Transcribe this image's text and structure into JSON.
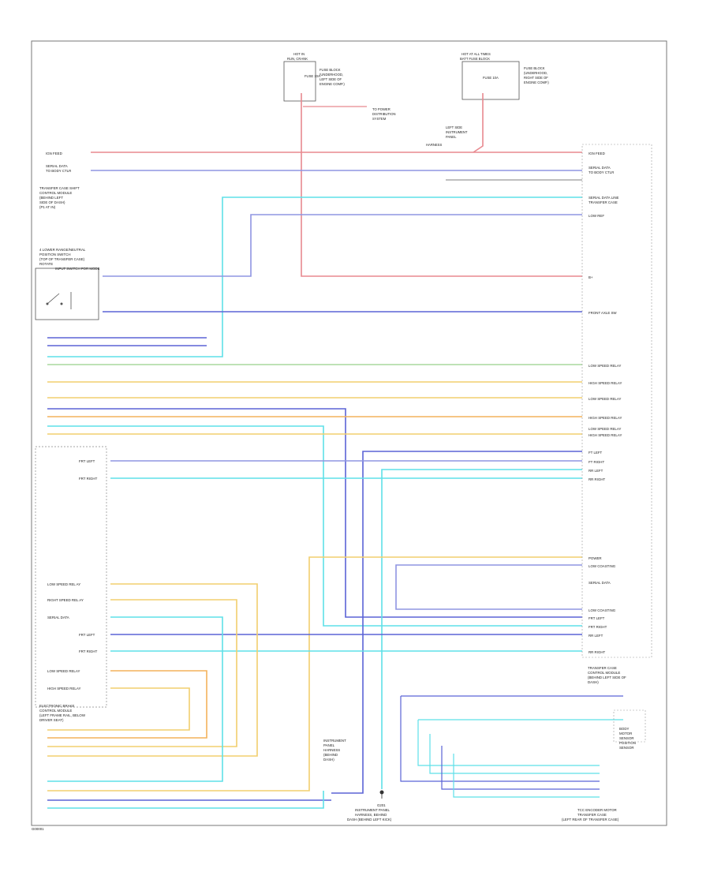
{
  "diagram": {
    "colors": {
      "red": "#e8898f",
      "blue": "#8f95e2",
      "navy": "#5b63d6",
      "cyan": "#5ee0e8",
      "yellow": "#f2cf6e",
      "orange": "#f3b25c",
      "green": "#a8d89e",
      "gray": "#b0b0b0"
    },
    "top_box_left": {
      "title_lines": [
        "HOT IN",
        "RUN, CRANK"
      ],
      "desc_lines": [
        "FUSE BLOCK",
        "(UNDERHOOD,",
        "LEFT SIDE OF",
        "ENGINE COMP.)"
      ],
      "fuse": "FUSE 10A"
    },
    "top_box_right": {
      "title_lines": [
        "HOT AT ALL TIMES",
        "BATT FUSE BLOCK"
      ],
      "desc_lines": [
        "FUSE BLOCK",
        "(UNDERHOOD,",
        "RIGHT SIDE OF",
        "ENGINE COMP.)"
      ],
      "fuse": "FUSE 10A"
    },
    "power_dist": [
      "TO POWER",
      "DISTRIBUTION",
      "SYSTEM"
    ],
    "splice": [
      "LEFT SIDE",
      "INSTRUMENT",
      "PANEL",
      "HARNESS"
    ],
    "left_top_labels": [
      "TRANSFER CASE SHIFT",
      "CONTROL MODULE",
      "(BEHIND LEFT",
      "SIDE OF DASH)",
      "(P1 AT IN)"
    ],
    "left_wire_top": [
      "IGN FEED",
      "SERIAL DATA",
      "TO BODY CTLR"
    ],
    "switch_labels": [
      "4 LOWER RANGE/NEUTRAL",
      "POSITION SWITCH",
      "(TOP OF TRANSFER CASE)",
      "ROTATE",
      "INPUT SWITCH FOR MODE"
    ],
    "ecm_labels": [
      "ELECTRONIC BRAKE",
      "CONTROL MODULE",
      "(LEFT FRAME RAIL, BELOW",
      "DRIVER SEAT)"
    ],
    "left_connector_labels": [
      "FRT LEFT",
      "FRT RIGHT",
      "LOW SPEED REL AY",
      "RIGHT SPEED REL AY",
      "SERIAL DATA",
      "FRT LEFT",
      "FRT RIGHT",
      "LOW SPEED RELAY",
      "HIGH SPEED RELAY"
    ],
    "lower_center": [
      "INSTRUMENT",
      "PANEL",
      "HARNESS",
      "(BEHIND",
      "DASH)"
    ],
    "bottom_center": [
      "G201",
      "INSTRUMENT PANEL",
      "HARNESS, BEHIND",
      "DASH (BEHIND LEFT KICK)"
    ],
    "right_module": {
      "top_labels": [
        "IGN FEED",
        "SERIAL DATA",
        "TO BODY CTLR"
      ],
      "labels": [
        "SERIAL DATA LINE",
        "TRANSFER CASE",
        "LOW REF",
        "B+",
        "FRONT AXLE SW",
        "LOW SPEED RELAY",
        "HIGH SPEED RELAY",
        "LOW SPEED RELAY",
        "HIGH SPEED RELAY",
        "LOW SPEED RELAY",
        "HIGH SPEED RELAY",
        "FT LEFT",
        "FT RIGHT",
        "RR LEFT",
        "RR RIGHT",
        "POWER",
        "LOW COASTING",
        "SERIAL DATA",
        "LOW COASTING",
        "FRT LEFT",
        "FRT RIGHT",
        "RR LEFT",
        "RR RIGHT"
      ],
      "footer": [
        "TRANSFER CASE",
        "CONTROL MODULE",
        "(BEHIND LEFT SIDE OF",
        "DASH)"
      ],
      "bottom_footer": [
        "TCC ENCODER MOTOR",
        "TRANSFER CASE",
        "(LEFT REAR OF TRANSFER CASE)"
      ]
    },
    "motor_box": [
      "BODY",
      "MOTOR",
      "SENSOR",
      "POSITION",
      "SENSOR"
    ],
    "footnote": "G00001"
  }
}
